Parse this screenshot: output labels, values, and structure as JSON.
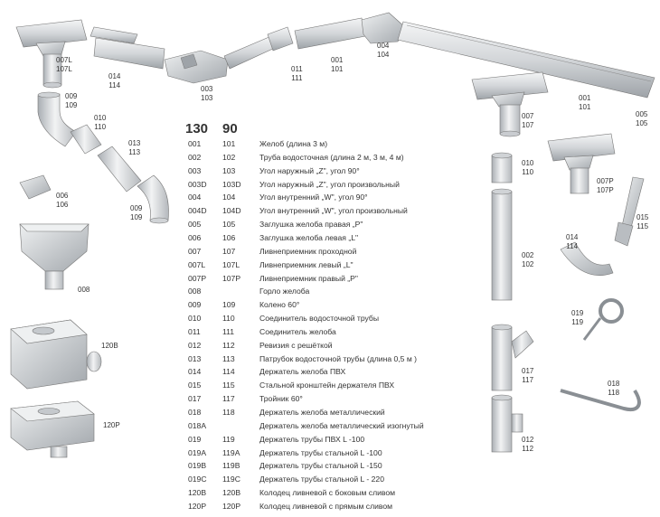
{
  "table": {
    "headers": [
      "130",
      "90"
    ],
    "rows": [
      {
        "c1": "001",
        "c2": "101",
        "desc": "Желоб (длина 3 м)"
      },
      {
        "c1": "002",
        "c2": "102",
        "desc": "Труба водосточная (длина 2 м, 3 м, 4 м)"
      },
      {
        "c1": "003",
        "c2": "103",
        "desc": "Угол наружный „Z\", угол 90°"
      },
      {
        "c1": "003D",
        "c2": "103D",
        "desc": "Угол наружный „Z\", угол произвольный"
      },
      {
        "c1": "004",
        "c2": "104",
        "desc": "Угол внутренний „W\", угол 90°"
      },
      {
        "c1": "004D",
        "c2": "104D",
        "desc": "Угол внутренний „W\", угол произвольный"
      },
      {
        "c1": "005",
        "c2": "105",
        "desc": "Заглушка желоба правая „P\""
      },
      {
        "c1": "006",
        "c2": "106",
        "desc": "Заглушка желоба левая „L\""
      },
      {
        "c1": "007",
        "c2": "107",
        "desc": "Ливнеприемник проходной"
      },
      {
        "c1": "007L",
        "c2": "107L",
        "desc": "Ливнеприемник левый „L\""
      },
      {
        "c1": "007P",
        "c2": "107P",
        "desc": "Ливнеприемник правый „P\""
      },
      {
        "c1": "008",
        "c2": "",
        "desc": "Горло желоба"
      },
      {
        "c1": "009",
        "c2": "109",
        "desc": "Колено 60°"
      },
      {
        "c1": "010",
        "c2": "110",
        "desc": "Соединитель водосточной трубы"
      },
      {
        "c1": "011",
        "c2": "111",
        "desc": "Соединитель желоба"
      },
      {
        "c1": "012",
        "c2": "112",
        "desc": "Ревизия с решёткой"
      },
      {
        "c1": "013",
        "c2": "113",
        "desc": "Патрубок водосточной трубы (длина 0,5 м )"
      },
      {
        "c1": "014",
        "c2": "114",
        "desc": "Держатель желоба ПВХ"
      },
      {
        "c1": "015",
        "c2": "115",
        "desc": "Стальной кронштейн держателя ПВХ"
      },
      {
        "c1": "017",
        "c2": "117",
        "desc": "Тройник 60°"
      },
      {
        "c1": "018",
        "c2": "118",
        "desc": "Держатель желоба металлический"
      },
      {
        "c1": "018A",
        "c2": "",
        "desc": "Держатель желоба металлический изогнутый"
      },
      {
        "c1": "019",
        "c2": "119",
        "desc": "Держатель трубы ПВХ  L -100"
      },
      {
        "c1": "019A",
        "c2": "119A",
        "desc": "Держатель трубы стальной L -100"
      },
      {
        "c1": "019B",
        "c2": "119B",
        "desc": "Держатель трубы стальной L -150"
      },
      {
        "c1": "019C",
        "c2": "119C",
        "desc": "Держатель трубы стальной L - 220"
      },
      {
        "c1": "120B",
        "c2": "120B",
        "desc": "Колодец ливневой с боковым сливом"
      },
      {
        "c1": "120P",
        "c2": "120P",
        "desc": "Колодец ливневой с прямым сливом"
      }
    ]
  },
  "labels": {
    "p007L": [
      "007L",
      "107L"
    ],
    "p014a": [
      "014",
      "114"
    ],
    "p003": [
      "003",
      "103"
    ],
    "p011": [
      "011",
      "111"
    ],
    "p001a": [
      "001",
      "101"
    ],
    "p004": [
      "004",
      "104"
    ],
    "p001b": [
      "001",
      "101"
    ],
    "p005": [
      "005",
      "105"
    ],
    "p009a": [
      "009",
      "109"
    ],
    "p010a": [
      "010",
      "110"
    ],
    "p013": [
      "013",
      "113"
    ],
    "p006": [
      "006",
      "106"
    ],
    "p009b": [
      "009",
      "109"
    ],
    "p008": [
      "008"
    ],
    "p120B": [
      "120B"
    ],
    "p120P": [
      "120P"
    ],
    "p007": [
      "007",
      "107"
    ],
    "p010b": [
      "010",
      "110"
    ],
    "p002": [
      "002",
      "102"
    ],
    "p007P": [
      "007P",
      "107P"
    ],
    "p015": [
      "015",
      "115"
    ],
    "p014b": [
      "014",
      "114"
    ],
    "p019": [
      "019",
      "119"
    ],
    "p017": [
      "017",
      "117"
    ],
    "p018": [
      "018",
      "118"
    ],
    "p012": [
      "012",
      "112"
    ]
  }
}
